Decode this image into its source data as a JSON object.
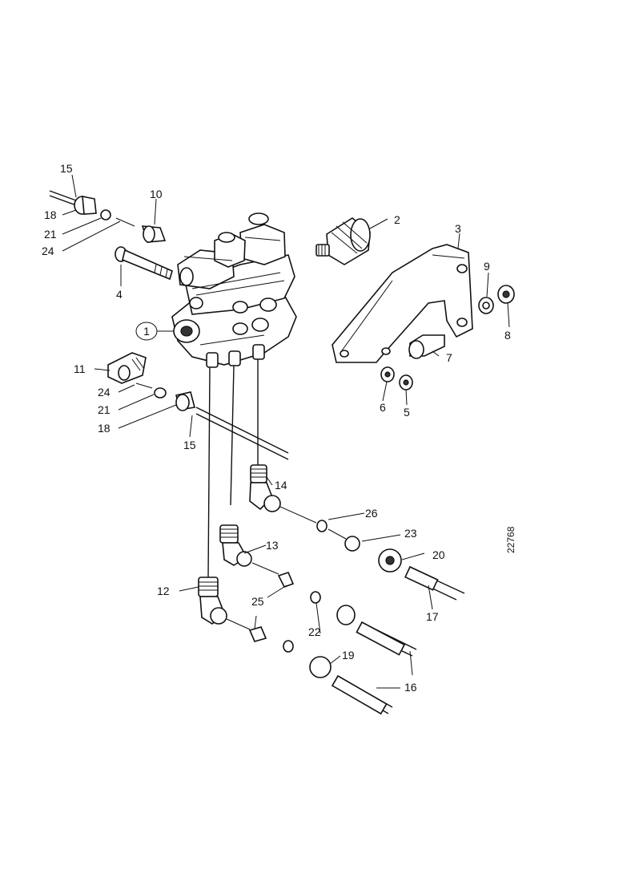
{
  "diagram": {
    "drawing_code": "22768",
    "callouts": [
      "1",
      "2",
      "3",
      "4",
      "5",
      "6",
      "7",
      "8",
      "9",
      "10",
      "11",
      "12",
      "13",
      "14",
      "15",
      "16",
      "17",
      "18",
      "19",
      "20",
      "21",
      "22",
      "23",
      "24",
      "25",
      "26"
    ],
    "callouts_extra": [
      "15",
      "18",
      "21",
      "24"
    ]
  }
}
